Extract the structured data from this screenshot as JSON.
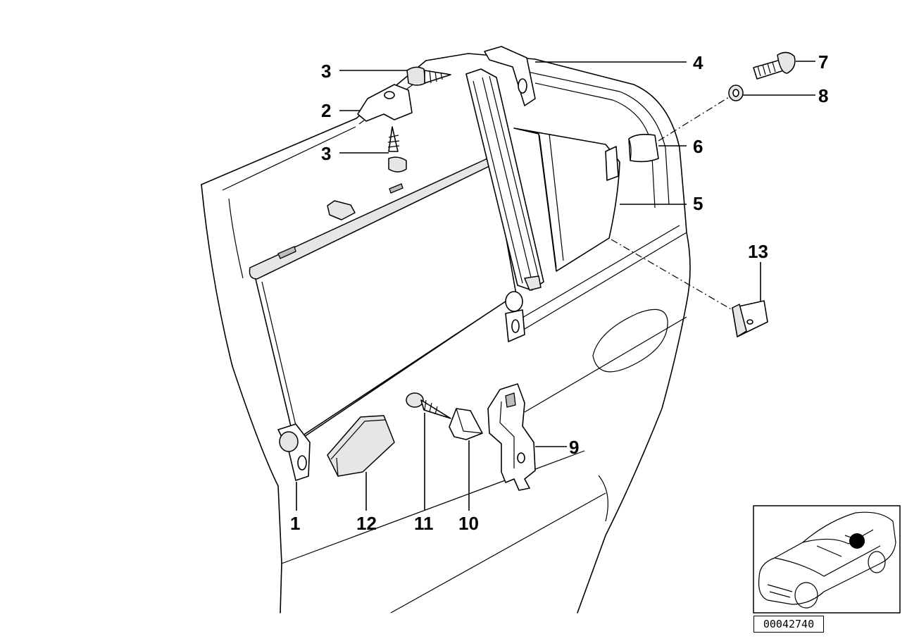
{
  "diagram": {
    "callouts": {
      "c1": "1",
      "c2": "2",
      "c3a": "3",
      "c3b": "3",
      "c4": "4",
      "c5": "5",
      "c6": "6",
      "c7": "7",
      "c8": "8",
      "c9": "9",
      "c10": "10",
      "c11": "11",
      "c12": "12",
      "c13": "13"
    },
    "reference_number": "00042740"
  }
}
